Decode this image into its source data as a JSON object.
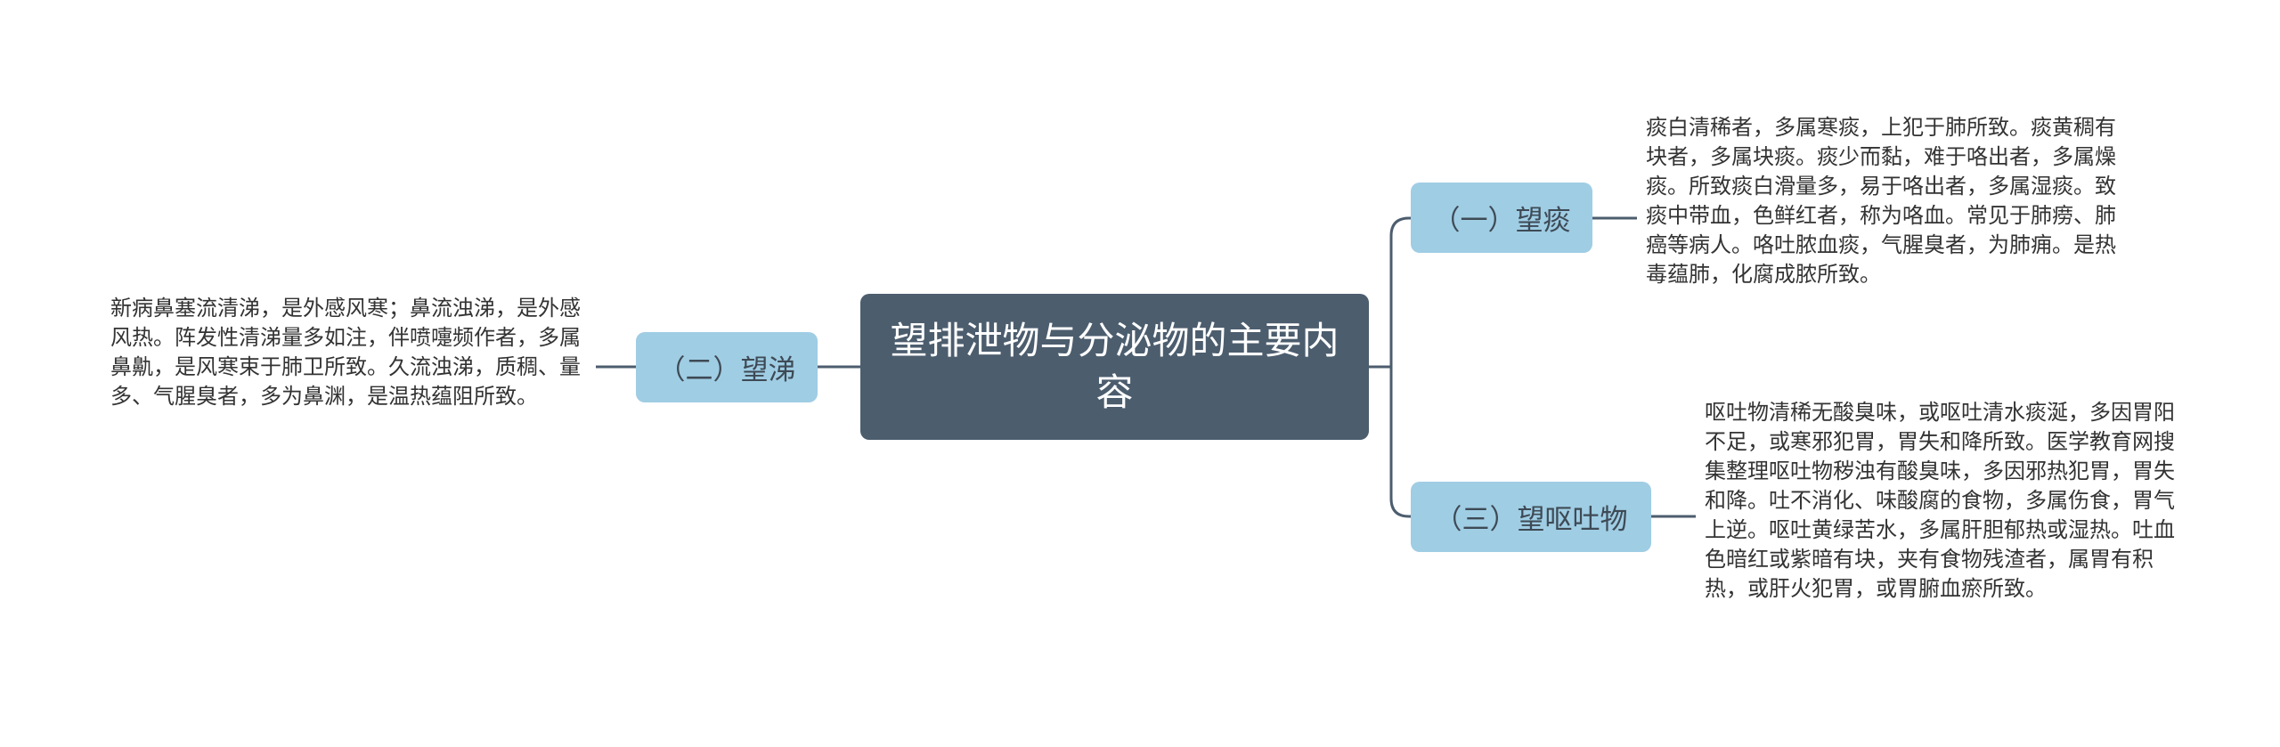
{
  "root": {
    "title": "望排泄物与分泌物的主要内容"
  },
  "branches": [
    {
      "label": "（一）望痰",
      "text": "痰白清稀者，多属寒痰，上犯于肺所致。痰黄稠有块者，多属块痰。痰少而黏，难于咯出者，多属燥痰。所致痰白滑量多，易于咯出者，多属湿痰。致痰中带血，色鲜红者，称为咯血。常见于肺痨、肺癌等病人。咯吐脓血痰，气腥臭者，为肺痈。是热毒蕴肺，化腐成脓所致。"
    },
    {
      "label": "（二）望涕",
      "text": "新病鼻塞流清涕，是外感风寒；鼻流浊涕，是外感风热。阵发性清涕量多如注，伴喷嚏频作者，多属鼻鼽，是风寒束于肺卫所致。久流浊涕，质稠、量多、气腥臭者，多为鼻渊，是温热蕴阻所致。"
    },
    {
      "label": "（三）望呕吐物",
      "text": "呕吐物清稀无酸臭味，或呕吐清水痰涎，多因胃阳不足，或寒邪犯胃，胃失和降所致。医学教育网搜集整理呕吐物秽浊有酸臭味，多因邪热犯胃，胃失和降。吐不消化、味酸腐的食物，多属伤食，胃气上逆。呕吐黄绿苦水，多属肝胆郁热或湿热。吐血色暗红或紫暗有块，夹有食物残渣者，属胃有积热，或肝火犯胃，或胃腑血瘀所致。"
    }
  ],
  "colors": {
    "root_bg": "#4c5d6e",
    "branch_bg": "#9fcde4",
    "connector": "#4c5d6e",
    "leaf_text": "#333333"
  }
}
